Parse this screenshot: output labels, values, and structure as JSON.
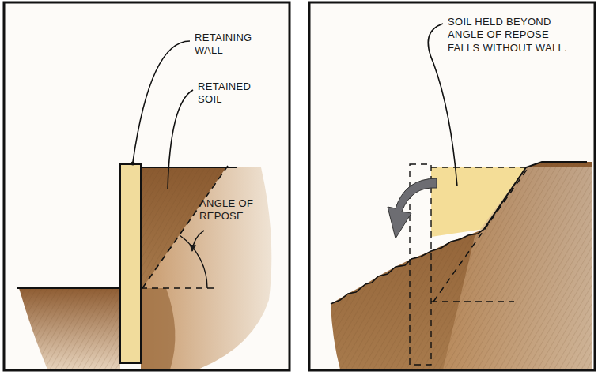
{
  "diagram": {
    "labels": [
      "RETAINING WALL",
      "RETAINED SOIL",
      "ANGLE OF REPOSE",
      "SOIL HELD BEYOND ANGLE OF REPOSE FALLS WITHOUT WALL."
    ]
  }
}
